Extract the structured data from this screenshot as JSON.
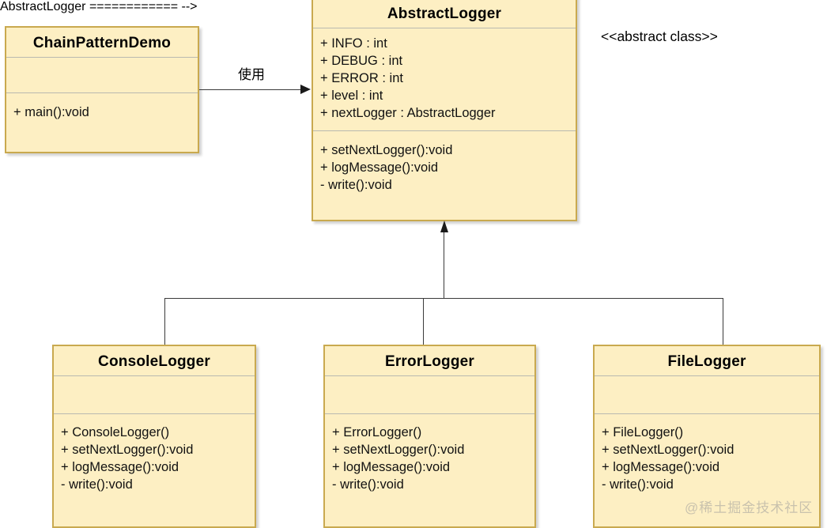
{
  "diagram": {
    "stereotype_note": "<<abstract class>>",
    "watermark": "@稀土掘金技术社区",
    "edge_labels": {
      "uses": "使用"
    },
    "colors": {
      "box_fill": "#FDEFC3",
      "box_border": "#C9A94F",
      "divider": "#B9B9B0",
      "connector": "#3A3A3A",
      "watermark": "#C9C2AD"
    }
  },
  "classes": {
    "chain_pattern_demo": {
      "name": "ChainPatternDemo",
      "attributes": [],
      "methods": [
        "+ main():void"
      ]
    },
    "abstract_logger": {
      "name": "AbstractLogger",
      "attributes": [
        "+ INFO : int",
        "+ DEBUG : int",
        "+ ERROR : int",
        "+ level : int",
        "+ nextLogger : AbstractLogger"
      ],
      "methods": [
        "+ setNextLogger():void",
        "+ logMessage():void",
        "- write():void"
      ]
    },
    "console_logger": {
      "name": "ConsoleLogger",
      "attributes": [],
      "methods": [
        "+ ConsoleLogger()",
        "+ setNextLogger():void",
        "+ logMessage():void",
        "- write():void"
      ]
    },
    "error_logger": {
      "name": "ErrorLogger",
      "attributes": [],
      "methods": [
        "+ ErrorLogger()",
        "+ setNextLogger():void",
        "+ logMessage():void",
        "- write():void"
      ]
    },
    "file_logger": {
      "name": "FileLogger",
      "attributes": [],
      "methods": [
        "+ FileLogger()",
        "+ setNextLogger():void",
        "+ logMessage():void",
        "- write():void"
      ]
    }
  },
  "relationships": [
    {
      "from": "ChainPatternDemo",
      "to": "AbstractLogger",
      "type": "dependency",
      "label": "使用"
    },
    {
      "from": "ConsoleLogger",
      "to": "AbstractLogger",
      "type": "generalization",
      "label": ""
    },
    {
      "from": "ErrorLogger",
      "to": "AbstractLogger",
      "type": "generalization",
      "label": ""
    },
    {
      "from": "FileLogger",
      "to": "AbstractLogger",
      "type": "generalization",
      "label": ""
    }
  ]
}
